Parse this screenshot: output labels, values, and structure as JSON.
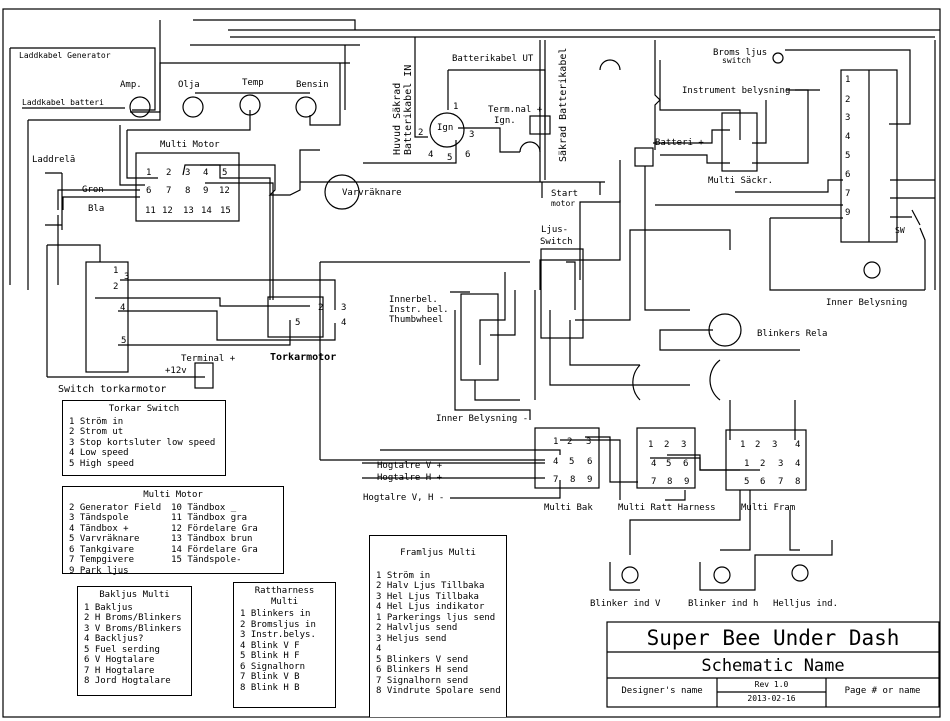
{
  "title_block": {
    "title": "Super Bee Under Dash",
    "subtitle": "Schematic Name",
    "designer": "Designer's name",
    "revision": "Rev 1.0",
    "date": "2013-02-16",
    "page": "Page # or name"
  },
  "labels": {
    "laddkabel_generator": "Laddkabel Generator",
    "laddkabel_batteri": "Laddkabel batteri",
    "amp": "Amp.",
    "olja": "Olja",
    "temp": "Temp",
    "bensin": "Bensin",
    "multi_motor": "Multi Motor",
    "laddrela": "Laddrelā",
    "gron": "Gron",
    "bla": "Bla",
    "varvraknare": "Varvräknare",
    "huvud_sakrad": "Huvud Säkrad",
    "batterikabel_in": "Batterikabel IN",
    "batterikabel_ut": "Batterikabel UT",
    "ign": "Ign",
    "terminal_ign_1": "Term.nal +",
    "terminal_ign_2": "Ign.",
    "sakrad_batterikabel": "Säkrad Batterikabel",
    "start_motor_1": "Start",
    "start_motor_2": "motor",
    "broms_ljus_1": "Broms ljus",
    "broms_ljus_2": "switch",
    "instrument_belysning": "Instrument belysning",
    "batteri_plus": "Batteri +",
    "multi_sakr": "Multi Säckr.",
    "sw": "SW",
    "inner_belysning": "Inner Belysning",
    "ljus_switch_1": "Ljus-",
    "ljus_switch_2": "Switch",
    "innerbel_1": "Innerbel.",
    "innerbel_2": "Instr. bel.",
    "innerbel_3": "Thumbwheel",
    "blinkers_rela": "Blinkers Rela",
    "inner_belysning_minus": "Inner Belysning -",
    "terminal_12v_1": "Terminal +",
    "terminal_12v_2": "+12v",
    "torkarmotor": "Torkarmotor",
    "switch_torkarmotor": "Switch torkarmotor",
    "hogtalare_v_plus": "Hogtalre V +",
    "hogtalare_h_plus": "Hogtalre H +",
    "hogtalare_vh_minus": "Hogtalre V, H -",
    "multi_bak": "Multi Bak",
    "multi_ratt_harness": "Multi Ratt Harness",
    "multi_fram": "Multi Fram",
    "blinker_ind_v": "Blinker ind V",
    "blinker_ind_h": "Blinker ind h",
    "helljus_ind": "Helljus ind."
  },
  "legends": {
    "torkar_switch": {
      "title": "Torkar Switch",
      "items": [
        "1 Ström in",
        "2 Strom ut",
        "3 Stop kortsluter low speed",
        "4 Low speed",
        "5 High speed"
      ]
    },
    "multi_motor": {
      "title": "Multi Motor",
      "left": [
        "2 Generator Field",
        "3 Tändspole",
        "4 Tändbox +",
        "5 Varvräknare",
        "6 Tankgivare",
        "7 Tempgivere",
        "9 Park ljus"
      ],
      "right": [
        "10 Tändbox _",
        "11 Tändbox gra",
        "12 Fördelare Gra",
        "13 Tändbox brun",
        "14 Fördelare Gra",
        "15 Tändspole-"
      ]
    },
    "bakljus_multi": {
      "title": "Bakljus Multi",
      "items": [
        "1 Bakljus",
        "2 H Broms/Blinkers",
        "3 V Broms/Blinkers",
        "4 Backljus?",
        "5 Fuel serding",
        "6 V Hogtalare",
        "7 H Hogtalare",
        "8 Jord Hogtalare"
      ]
    },
    "rattharness_multi": {
      "title": "Rattharness Multi",
      "items": [
        "1 Blinkers in",
        "2 Bromsljus in",
        "3 Instr.belys.",
        "4 Blink V F",
        "5 Blink H F",
        "6 Signalhorn",
        "7 Blink V B",
        "8 Blink H B"
      ]
    },
    "framljus_multi": {
      "title": "Framljus Multi",
      "items": [
        "1 Ström in",
        "2 Halv Ljus Tillbaka",
        "3 Hel Ljus Tillbaka",
        "4 Hel Ljus indikator",
        "1 Parkerings ljus send",
        "2 Halvljus send",
        "3 Heljus send",
        "4",
        "5 Blinkers V send",
        "6 Blinkers H send",
        "7 Signalhorn send",
        "8 Vindrute Spolare send"
      ]
    },
    "fuse_block_numbers": [
      "1",
      "2",
      "3",
      "4",
      "5",
      "6",
      "7",
      "9"
    ]
  },
  "connectors": {
    "multi_motor_pins": [
      "1",
      "2",
      "3",
      "4",
      "5",
      "6",
      "7",
      "8",
      "9",
      "12",
      "11",
      "12",
      "13",
      "14",
      "15"
    ],
    "multi_bak_pins": [
      "1",
      "2",
      "3",
      "4",
      "5",
      "6",
      "7",
      "8",
      "9"
    ],
    "multi_ratt_pins": [
      "1",
      "2",
      "3",
      "4",
      "5",
      "6",
      "7",
      "8",
      "9"
    ],
    "multi_fram_top": [
      "1",
      "2",
      "3",
      "4"
    ],
    "multi_fram_mid": [
      "1",
      "2",
      "3",
      "4"
    ],
    "multi_fram_bot": [
      "5",
      "6",
      "7",
      "8"
    ],
    "ign_pins": [
      "1",
      "2",
      "3",
      "4",
      "5",
      "6"
    ],
    "torkar_switch_pins": [
      "1",
      "2",
      "3",
      "4",
      "5"
    ],
    "torkar_motor_pins": [
      "2",
      "3",
      "5",
      "4"
    ]
  }
}
